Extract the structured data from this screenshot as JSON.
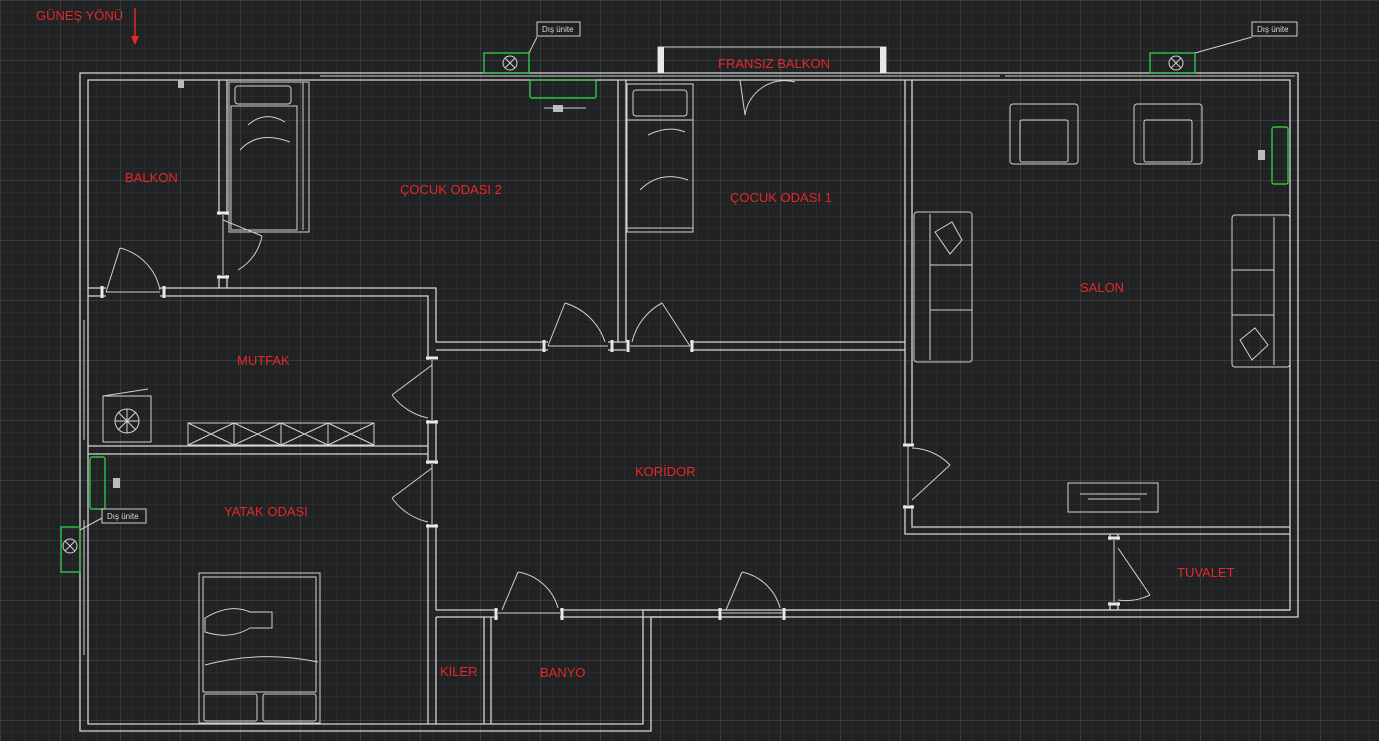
{
  "plan": {
    "sun_direction": "GÜNEŞ YÖNÜ",
    "outdoor_unit_label": "Dış ünite",
    "rooms": {
      "french_balcony": "FRANSIZ BALKON",
      "balcony": "BALKON",
      "child_room_2": "ÇOCUK ODASI 2",
      "child_room_1": "ÇOCUK ODASI 1",
      "living_room": "SALON",
      "kitchen": "MUTFAK",
      "corridor": "KORİDOR",
      "bedroom": "YATAK ODASI",
      "toilet": "TUVALET",
      "pantry": "KİLER",
      "bathroom": "BANYO"
    }
  },
  "colors": {
    "background": "#202223",
    "label": "#e5282a",
    "wall": "#d6d6d6",
    "ac_unit": "#33c24a"
  }
}
